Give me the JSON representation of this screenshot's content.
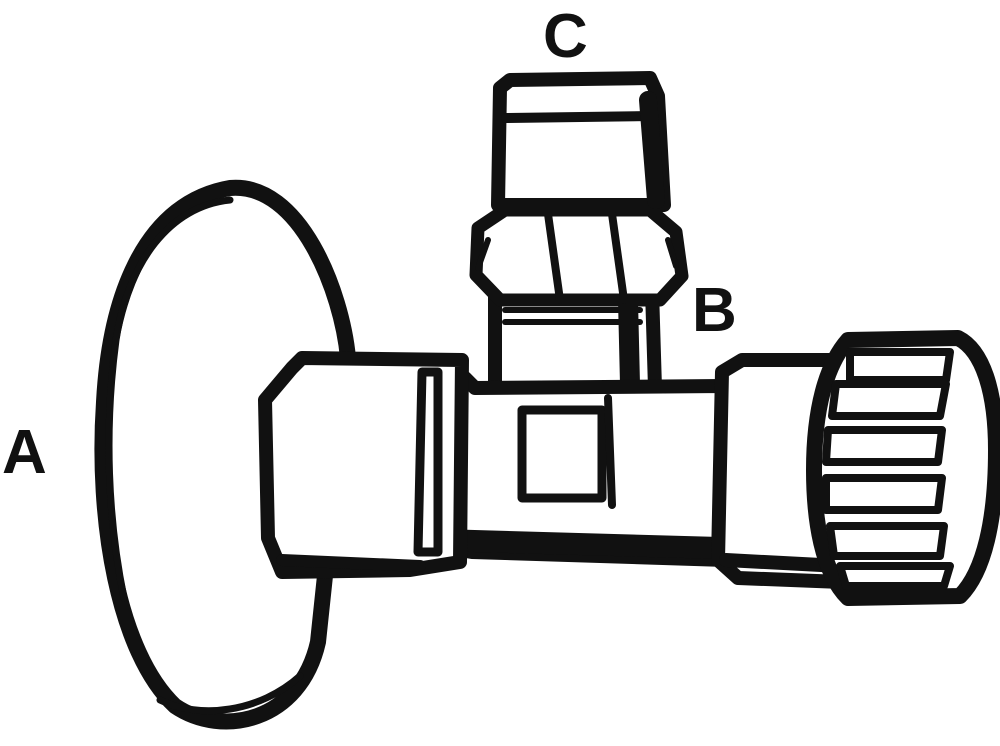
{
  "diagram": {
    "labels": {
      "a": "A",
      "b": "B",
      "c": "C"
    },
    "colors": {
      "ink": "#111111",
      "paper": "#ffffff"
    },
    "parts": {
      "a": "wall-flange-icon",
      "b": "valve-handle-icon",
      "c": "outlet-compression-nut-icon"
    }
  }
}
